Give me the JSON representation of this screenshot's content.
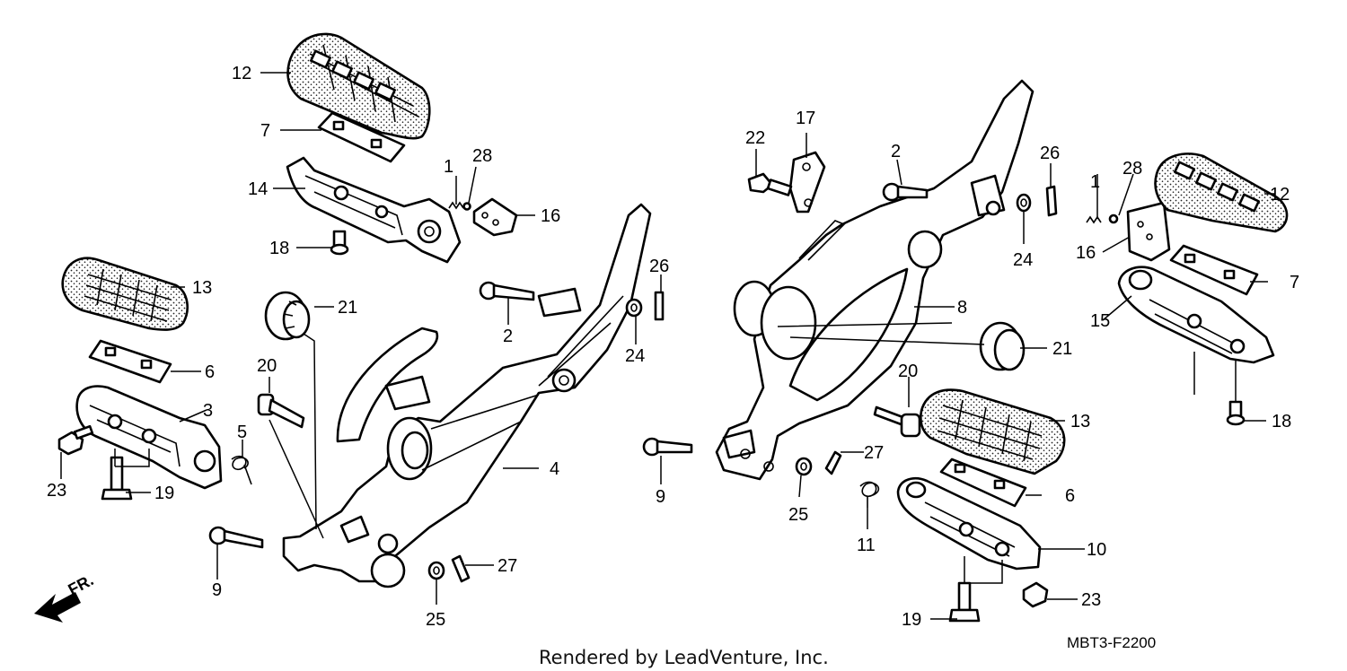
{
  "diagram": {
    "diagram_code": "MBT3-F2200",
    "credit": "Rendered by LeadVenture, Inc.",
    "front_indicator": "FR.",
    "callouts": [
      {
        "id": "c12a",
        "text": "12"
      },
      {
        "id": "c7a",
        "text": "7"
      },
      {
        "id": "c1a",
        "text": "1"
      },
      {
        "id": "c28a",
        "text": "28"
      },
      {
        "id": "c14",
        "text": "14"
      },
      {
        "id": "c16a",
        "text": "16"
      },
      {
        "id": "c18a",
        "text": "18"
      },
      {
        "id": "c13a",
        "text": "13"
      },
      {
        "id": "c21a",
        "text": "21"
      },
      {
        "id": "c26a",
        "text": "26"
      },
      {
        "id": "c2a",
        "text": "2"
      },
      {
        "id": "c24a",
        "text": "24"
      },
      {
        "id": "c6a",
        "text": "6"
      },
      {
        "id": "c20a",
        "text": "20"
      },
      {
        "id": "c3",
        "text": "3"
      },
      {
        "id": "c5",
        "text": "5"
      },
      {
        "id": "c4",
        "text": "4"
      },
      {
        "id": "c23a",
        "text": "23"
      },
      {
        "id": "c19a",
        "text": "19"
      },
      {
        "id": "c9a",
        "text": "9"
      },
      {
        "id": "c27a",
        "text": "27"
      },
      {
        "id": "c25a",
        "text": "25"
      },
      {
        "id": "c17",
        "text": "17"
      },
      {
        "id": "c22",
        "text": "22"
      },
      {
        "id": "c2b",
        "text": "2"
      },
      {
        "id": "c26b",
        "text": "26"
      },
      {
        "id": "c1b",
        "text": "1"
      },
      {
        "id": "c28b",
        "text": "28"
      },
      {
        "id": "c12b",
        "text": "12"
      },
      {
        "id": "c16b",
        "text": "16"
      },
      {
        "id": "c24b",
        "text": "24"
      },
      {
        "id": "c7b",
        "text": "7"
      },
      {
        "id": "c8",
        "text": "8"
      },
      {
        "id": "c15",
        "text": "15"
      },
      {
        "id": "c21b",
        "text": "21"
      },
      {
        "id": "c20b",
        "text": "20"
      },
      {
        "id": "c13b",
        "text": "13"
      },
      {
        "id": "c18b",
        "text": "18"
      },
      {
        "id": "c9b",
        "text": "9"
      },
      {
        "id": "c27b",
        "text": "27"
      },
      {
        "id": "c25b",
        "text": "25"
      },
      {
        "id": "c6b",
        "text": "6"
      },
      {
        "id": "c11",
        "text": "11"
      },
      {
        "id": "c10",
        "text": "10"
      },
      {
        "id": "c23b",
        "text": "23"
      },
      {
        "id": "c19b",
        "text": "19"
      }
    ]
  }
}
